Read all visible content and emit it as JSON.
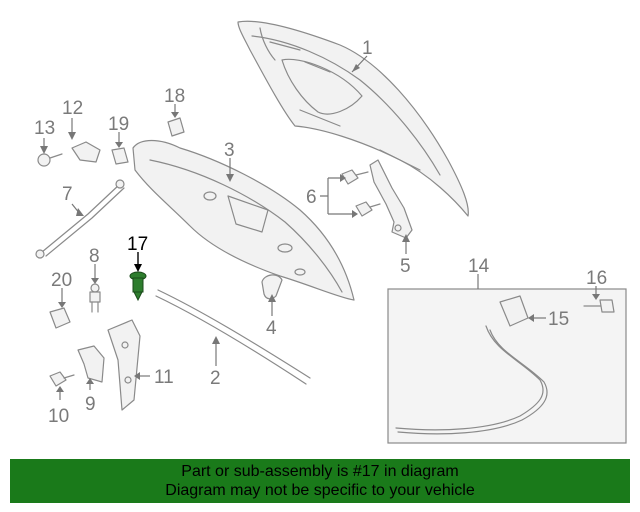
{
  "diagram": {
    "callouts": [
      "1",
      "2",
      "3",
      "4",
      "5",
      "6",
      "7",
      "8",
      "9",
      "10",
      "11",
      "12",
      "13",
      "14",
      "15",
      "16",
      "17",
      "18",
      "19",
      "20"
    ],
    "highlighted_callout": "17",
    "colors": {
      "line": "#8a8a8a",
      "highlight_part": "#2e7d2e",
      "banner_bg": "#1a7a1a",
      "inset_bg": "#f4f4f4"
    }
  },
  "banner": {
    "line1": "Part or sub-assembly is #17 in diagram",
    "line2": "Diagram may not be specific to your vehicle"
  }
}
